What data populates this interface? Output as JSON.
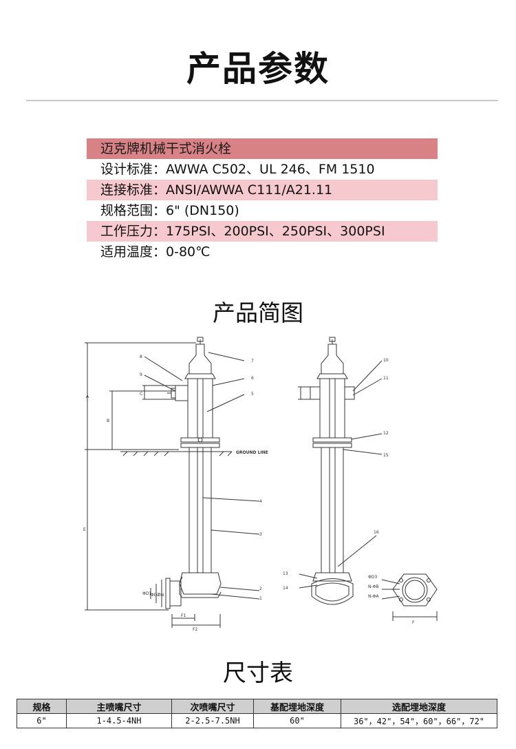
{
  "page_title": "产品参数",
  "spec": {
    "header": "迈克牌机械干式消火栓",
    "rows": [
      "设计标准：AWWA C502、UL 246、FM 1510",
      "连接标准：ANSI/AWWA C111/A21.11",
      "规格范围：6\" (DN150)",
      "工作压力：175PSI、200PSI、250PSI、300PSI",
      "适用温度：0-80℃"
    ]
  },
  "diagram_title": "产品简图",
  "diagram": {
    "ground_line": "GROUND LINE",
    "callouts": [
      "1",
      "2",
      "3",
      "4",
      "5",
      "6",
      "7",
      "8",
      "9",
      "10",
      "11",
      "12",
      "13",
      "14",
      "15",
      "16"
    ],
    "dims": [
      "A",
      "B",
      "C",
      "E",
      "F",
      "F1",
      "F2",
      "ΦD1",
      "ΦD2",
      "DN",
      "ΦD3",
      "N-ΦB",
      "N-ΦA"
    ]
  },
  "table_title": "尺寸表",
  "table": {
    "headers": [
      "规格",
      "主喷嘴尺寸",
      "次喷嘴尺寸",
      "基配埋地深度",
      "选配埋地深度"
    ],
    "rows": [
      [
        "6\"",
        "1-4.5-4NH",
        "2-2.5-7.5NH",
        "60\"",
        "36\"，42\"，54\"，60\"，66\"，72\""
      ]
    ]
  }
}
